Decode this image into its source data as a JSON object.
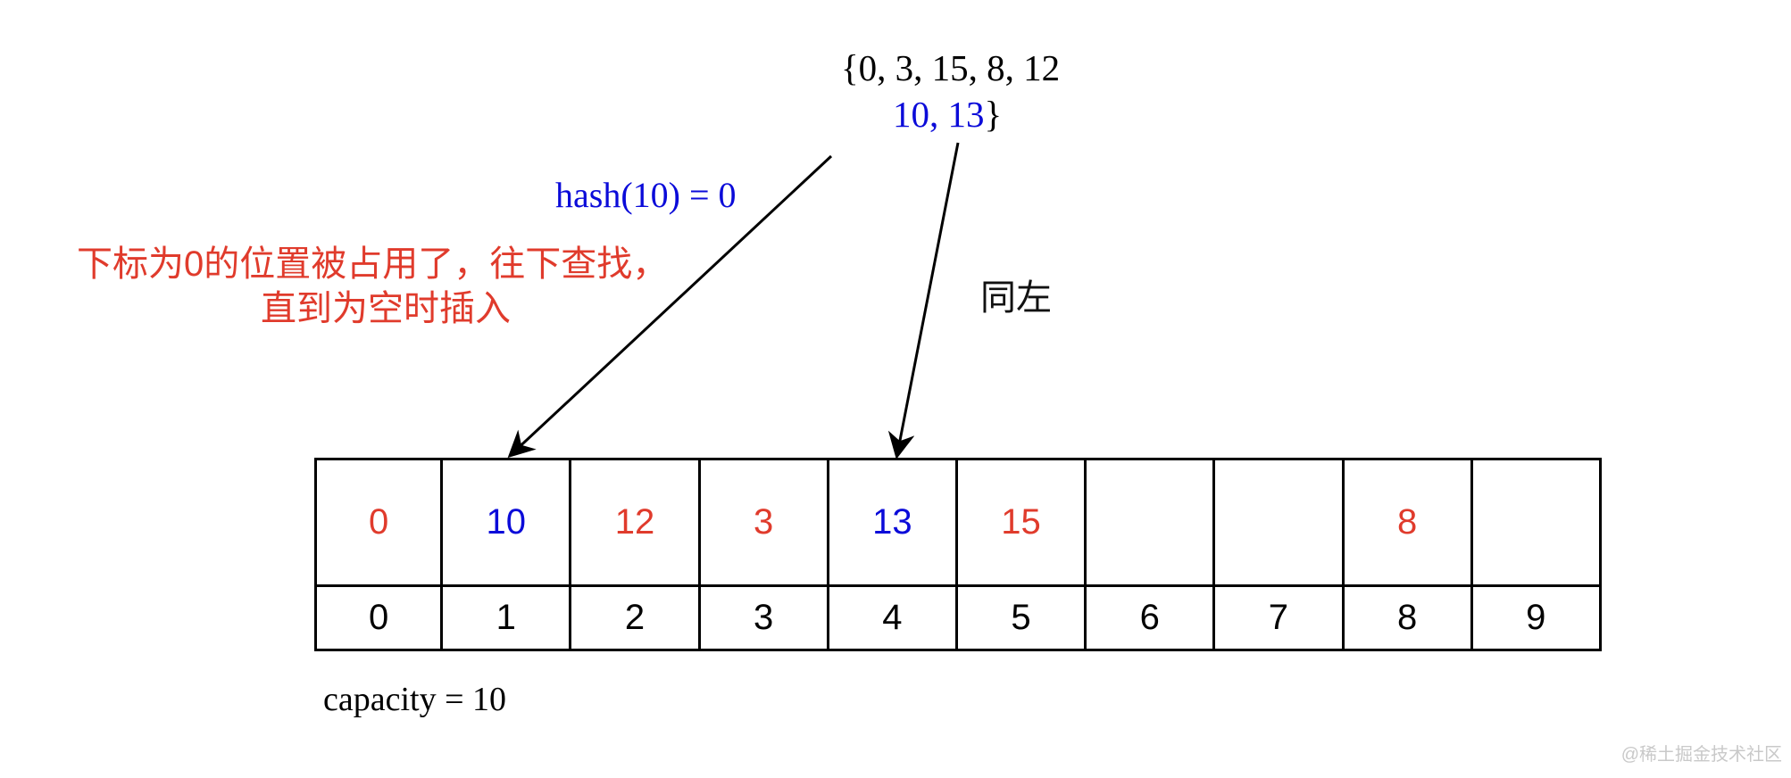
{
  "input_set": {
    "line1": "{0, 3, 15, 8, 12",
    "line2_blue": "10, 13",
    "line2_close": "}"
  },
  "hash_label": "hash(10) = 0",
  "note": {
    "line1": "下标为0的位置被占用了，往下查找，",
    "line2": "直到为空时插入"
  },
  "same_as_left": "同左",
  "table": {
    "values": [
      {
        "text": "0",
        "color": "red"
      },
      {
        "text": "10",
        "color": "blue"
      },
      {
        "text": "12",
        "color": "red"
      },
      {
        "text": "3",
        "color": "red"
      },
      {
        "text": "13",
        "color": "blue"
      },
      {
        "text": "15",
        "color": "red"
      },
      {
        "text": "",
        "color": "none"
      },
      {
        "text": "",
        "color": "none"
      },
      {
        "text": "8",
        "color": "red"
      },
      {
        "text": "",
        "color": "none"
      }
    ],
    "indices": [
      "0",
      "1",
      "2",
      "3",
      "4",
      "5",
      "6",
      "7",
      "8",
      "9"
    ]
  },
  "capacity_label": "capacity = 10",
  "watermark": "@稀土掘金技术社区",
  "colors": {
    "red": "#e03b2c",
    "blue": "#0b0bd9",
    "line": "#000000"
  }
}
